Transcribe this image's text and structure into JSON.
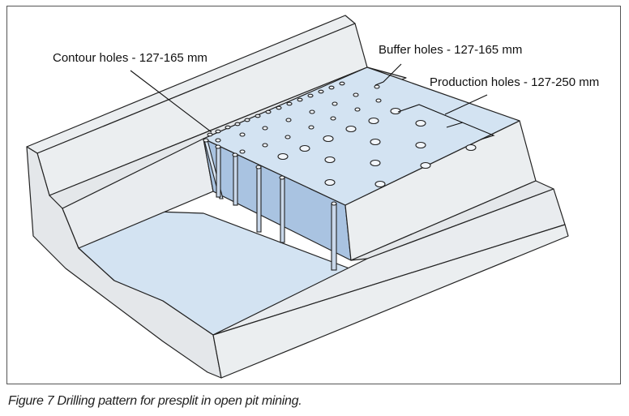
{
  "labels": {
    "contour": "Contour holes - 127-165 mm",
    "buffer": "Buffer holes - 127-165 mm",
    "production": "Production holes - 127-250 mm"
  },
  "caption": "Figure 7  Drilling pattern for presplit in open pit mining.",
  "colors": {
    "rock_light": "#ebeef0",
    "bench_blue": "#d3e3f2",
    "face_blue": "#a9c3e1",
    "outline": "#222222"
  }
}
